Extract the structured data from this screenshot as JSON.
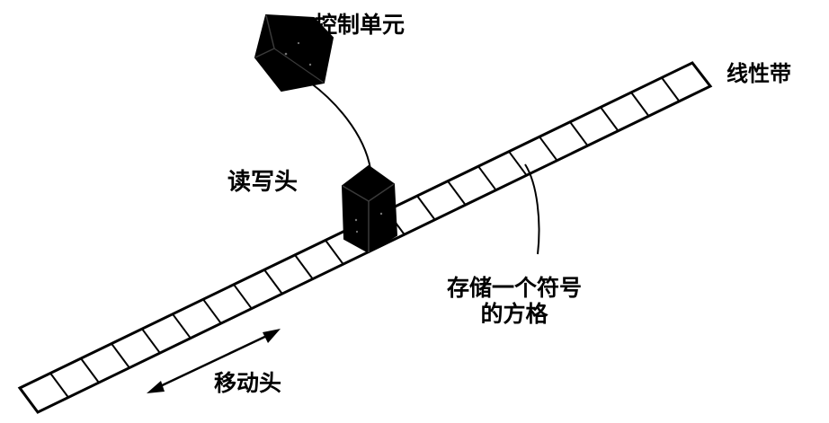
{
  "labels": {
    "control_unit": "控制单元",
    "tape": "线性带",
    "read_write_head": "读写头",
    "cell_line1": "存储一个符号",
    "cell_line2": "的方格",
    "move_head": "移动头"
  },
  "colors": {
    "ink": "#000000",
    "background": "#ffffff"
  }
}
